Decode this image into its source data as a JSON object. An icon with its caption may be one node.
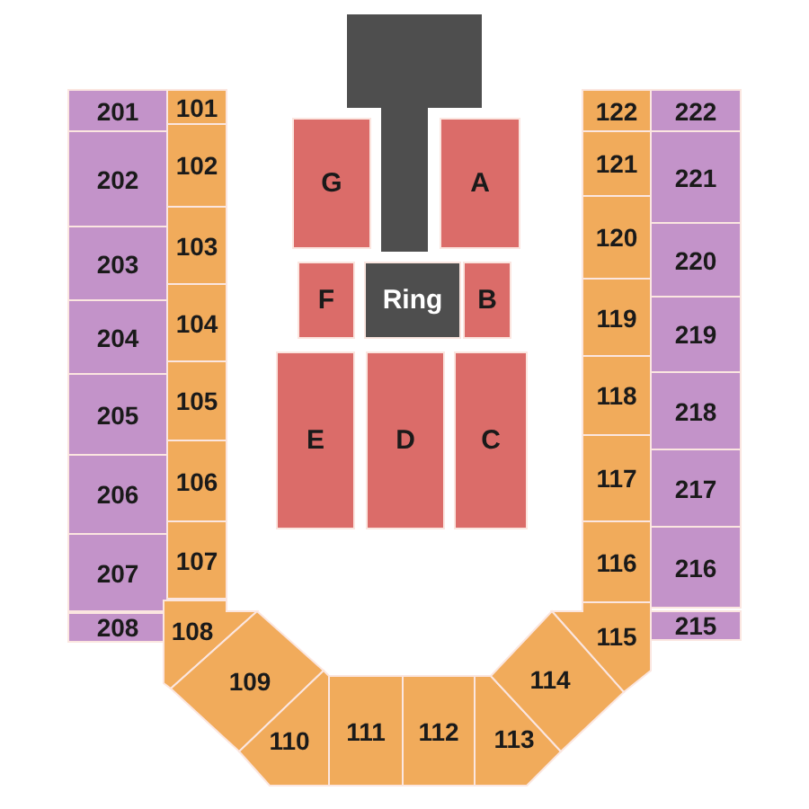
{
  "diagram": {
    "nodes": [
      {
        "text": [
          "201"
        ]
      },
      {
        "text": [
          "202"
        ]
      },
      {
        "text": [
          "203"
        ]
      },
      {
        "text": [
          "204"
        ]
      },
      {
        "text": [
          "205"
        ]
      },
      {
        "text": [
          "206"
        ]
      },
      {
        "text": [
          "207"
        ]
      },
      {
        "text": [
          "208"
        ]
      },
      {
        "text": [
          "101"
        ]
      },
      {
        "text": [
          "102"
        ]
      },
      {
        "text": [
          "103"
        ]
      },
      {
        "text": [
          "104"
        ]
      },
      {
        "text": [
          "105"
        ]
      },
      {
        "text": [
          "106"
        ]
      },
      {
        "text": [
          "107"
        ]
      },
      {
        "text": [
          "108"
        ]
      },
      {
        "text": [
          "G"
        ]
      },
      {
        "text": [
          "A"
        ]
      },
      {
        "text": [
          "F"
        ]
      },
      {
        "text": [
          "Ring"
        ]
      },
      {
        "text": [
          "B"
        ]
      },
      {
        "text": [
          "E"
        ]
      },
      {
        "text": [
          "D"
        ]
      },
      {
        "text": [
          "C"
        ]
      },
      {
        "text": [
          "122"
        ]
      },
      {
        "text": [
          "121"
        ]
      },
      {
        "text": [
          "120"
        ]
      },
      {
        "text": [
          "119"
        ]
      },
      {
        "text": [
          "118"
        ]
      },
      {
        "text": [
          "117"
        ]
      },
      {
        "text": [
          "116"
        ]
      },
      {
        "text": [
          "115"
        ]
      },
      {
        "text": [
          "222"
        ]
      },
      {
        "text": [
          "221"
        ]
      },
      {
        "text": [
          "220"
        ]
      },
      {
        "text": [
          "219"
        ]
      },
      {
        "text": [
          "218"
        ]
      },
      {
        "text": [
          "217"
        ]
      },
      {
        "text": [
          "216"
        ]
      },
      {
        "text": [
          "215"
        ]
      },
      {
        "text": [
          "109"
        ]
      },
      {
        "text": [
          "110"
        ]
      },
      {
        "text": [
          "111"
        ]
      },
      {
        "text": [
          "112"
        ]
      },
      {
        "text": [
          "113"
        ]
      },
      {
        "text": [
          "114"
        ]
      }
    ]
  }
}
